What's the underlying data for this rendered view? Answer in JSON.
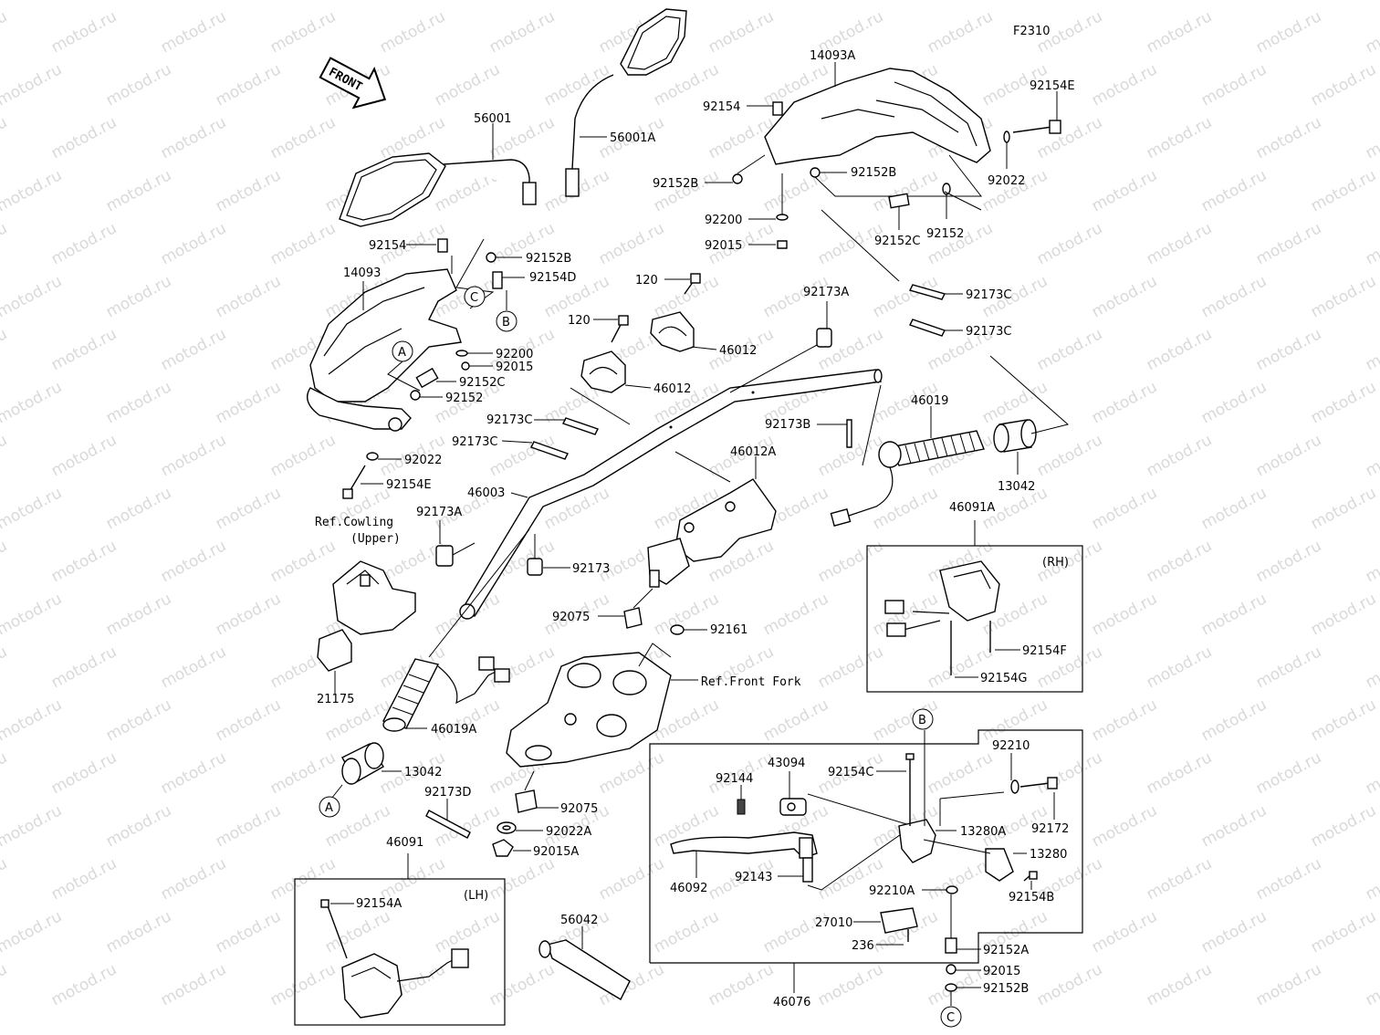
{
  "diagram": {
    "code": "F2310",
    "front_arrow": "FRONT",
    "ref_cowling": "Ref.Cowling",
    "ref_cowling_sub": "(Upper)",
    "ref_front_fork": "Ref.Front Fork",
    "box_rh": "(RH)",
    "box_lh": "(LH)"
  },
  "watermark": "motod.ru",
  "markers": {
    "a": "A",
    "b": "B",
    "c": "C"
  },
  "parts": {
    "p14093A": "14093A",
    "p92154_tr": "92154",
    "p92154E_tr": "92154E",
    "p92152B_1": "92152B",
    "p92152B_2": "92152B",
    "p92022_tr": "92022",
    "p92200_tr": "92200",
    "p92015_tr": "92015",
    "p92152C_tr": "92152C",
    "p92152_tr": "92152",
    "p92173C_r1": "92173C",
    "p92173C_r2": "92173C",
    "p56001": "56001",
    "p56001A": "56001A",
    "p92154_l": "92154",
    "p92152B_l": "92152B",
    "p92154D": "92154D",
    "p14093": "14093",
    "p92200_l": "92200",
    "p92015_l": "92015",
    "p92152C_l": "92152C",
    "p92152_l": "92152",
    "p92022_l": "92022",
    "p92154E_l": "92154E",
    "p120_a": "120",
    "p120_b": "120",
    "p46012_a": "46012",
    "p46012_b": "46012",
    "p92173A_top": "92173A",
    "p92173C_m1": "92173C",
    "p92173C_m2": "92173C",
    "p92173B": "92173B",
    "p46019": "46019",
    "p13042_r": "13042",
    "p46003": "46003",
    "p46012A": "46012A",
    "p92173A_l": "92173A",
    "p92173": "92173",
    "p46091A": "46091A",
    "p92154F": "92154F",
    "p92154G": "92154G",
    "p92075_a": "92075",
    "p92161": "92161",
    "p21175": "21175",
    "p46019A": "46019A",
    "p13042_l": "13042",
    "p92173D": "92173D",
    "p92075_b": "92075",
    "p92022A": "92022A",
    "p92015A": "92015A",
    "p46091": "46091",
    "p92154A": "92154A",
    "p56042": "56042",
    "p92210": "92210",
    "p43094": "43094",
    "p92154C": "92154C",
    "p92144": "92144",
    "p92172": "92172",
    "p13280A": "13280A",
    "p13280": "13280",
    "p46092": "46092",
    "p92143": "92143",
    "p92210A": "92210A",
    "p92154B": "92154B",
    "p27010": "27010",
    "p236": "236",
    "p92152A": "92152A",
    "p92015_b": "92015",
    "p92152B_b": "92152B",
    "p46076": "46076"
  }
}
